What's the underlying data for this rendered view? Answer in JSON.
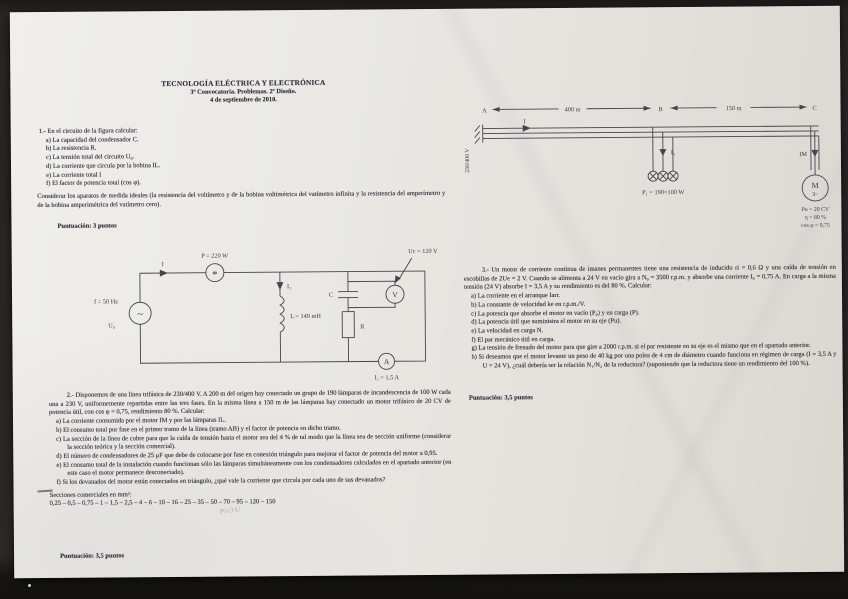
{
  "colors": {
    "paper": "#eae8e3",
    "ink": "#34333e",
    "background": "#2b2927"
  },
  "paper": {
    "header": {
      "line1": "TECNOLOGÍA ELÉCTRICA Y ELECTRÓNICA",
      "line2": "3ª Convocatoria. Problemas. 2º Diseño.",
      "line3": "4 de septiembre de 2010."
    },
    "q1": {
      "intro": "1.- En el circuito de la figura calcular:",
      "items": [
        "a)  La capacidad del condensador C.",
        "b)  La resistencia R.",
        "c)  La tensión total del circuito U₀.",
        "d)  La corriente que circula por la bobina IL.",
        "e)  La corriente total I",
        "f)  El factor de potencia total (cos φ)."
      ],
      "note": "Considerar los aparatos de medida ideales (la resistencia del voltímetro y de la bobina voltimétrica del vatímetro infinita y la resistencia del amperímetro y de la bobina amperimétrica del vatímetro cero).",
      "score": "Puntuación: 3 puntos"
    },
    "fig1": {
      "p": "P = 220 W",
      "uc": "Uc = 120 V",
      "f": "f = 50 Hz",
      "u0": "U₀",
      "i": "I",
      "i1": "I₁",
      "l": "L = 149 mH",
      "c": "C",
      "r": "R",
      "v": "V",
      "a": "A",
      "i2": "I₂ = 1,5 A",
      "src_sym": "~",
      "w_sym": "*"
    },
    "q2": {
      "intro": "2.- Disponemos de una línea trifásica de 230/400 V. A 200 m del origen hay conectado un grupo de 190 lámparas de incandescencia de 100 W cada una a 230 V, uniformemente repartidas entre las tres fases. En la misma línea a 150 m de las lámparas hay conectado un motor trifásico de 20 CV de potencia útil, con cos φ = 0,75, rendimiento 80 %. Calcular:",
      "items": [
        "a)  La corriente consumida por el motor IM y por las lámparas IL.",
        "b)  El consumo total por fase en el primer tramo de la línea (tramo AB) y el factor de potencia en dicho tramo.",
        "c)  La sección de la línea de cobre para que la caída de tensión hasta el motor sea del 4 % de tal modo que la línea sea de sección uniforme (considerar la sección teórica y la sección comercial).",
        "d)  El número de condensadores de 25 μF que debe de colocarse por fase en conexión triángulo para mejorar el factor de potencia del motor a 0,95.",
        "e)  El consumo total de la instalación cuando funcionan sólo las lámparas simultáneamente con los condensadores calculados en el apartado anterior (en este caso el motor permanece desconectado).",
        "f)  Si los devanados del motor están conectados en triángulo, ¿qué vale la corriente que circula por cada uno de sus devanados?"
      ],
      "sections_title": "Secciones comerciales en mm²:",
      "sections_values": "0,25 – 0,5 – 0,75 – 1 – 1,5 – 2,5 – 4 – 6 – 10 – 16 – 25 – 35 – 50 – 70 – 95 – 120 – 150",
      "score": "Puntuación: 3,5 puntos"
    },
    "pencil": {
      "formula": "P/√3·U"
    },
    "fig2": {
      "a": "A",
      "b": "B",
      "c": "C",
      "d1": "400 m",
      "d2": "150 m",
      "i": "I",
      "i1": "I₁",
      "im": "IM",
      "lamps": "P₁ = 190×100 W",
      "m": "M",
      "ph": "3~",
      "pu": "Pu = 20 CV",
      "eta": "η = 80 %",
      "cosfi": "cos φ = 0,75",
      "supply": "230/400 V"
    },
    "q3": {
      "intro": "3.- Un motor de corriente continua de imanes permanentes tiene una resistencia de inducido ri = 0,6 Ω y una caída de tensión en escobillas de 2Ue = 2 V. Cuando se alimenta a 24 V en vacío gira a N₀ = 3500 r.p.m. y absorbe una corriente I₀ = 0,75 A. En carga a la misma tensión (24 V) absorbe I = 3,5 A y su rendimiento es del 80 %. Calcular:",
      "items": [
        "a)  La corriente en el arranque Iarr.",
        "b)  La constante de velocidad ke en r.p.m./V.",
        "c)  La potencia que absorbe el motor en vacío (P₀) y en carga (P).",
        "d)  La potencia útil que suministra el motor en su eje (Pu).",
        "e)  La velocidad en carga N.",
        "f)  El par mecánico útil en carga.",
        "g)  La tensión de frenado del motor para que gire a 2000 r.p.m. si el par resistente en su eje es el mismo que en el apartado anterior.",
        "h)  Si deseamos que el motor levante un peso de 40 kg por una polea de 4 cm de diámetro cuando funciona en régimen de carga (I = 3,5 A y U = 24 V), ¿cuál debería ser la relación N₁/N₂ de la reductora? (suponiendo que la reductora tiene un rendimiento del 100 %).",
        ""
      ],
      "score": "Puntuación: 3,5 puntos"
    }
  }
}
